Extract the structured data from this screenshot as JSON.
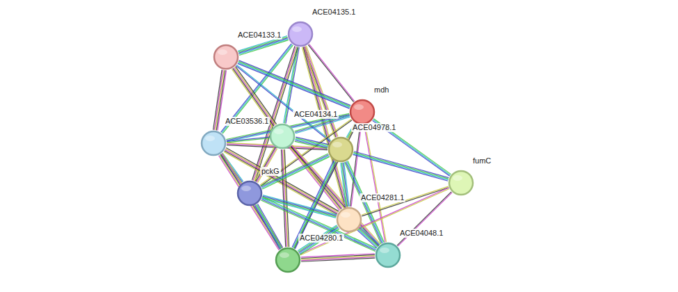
{
  "diagram": {
    "nodes": [
      {
        "text": [
          "ACE04135.1"
        ]
      },
      {
        "text": [
          "ACE04133.1"
        ]
      },
      {
        "text": [
          "mdh"
        ]
      },
      {
        "text": [
          "ACE03536.1"
        ]
      },
      {
        "text": [
          "ACE04134.1"
        ]
      },
      {
        "text": [
          "ACE04978.1"
        ]
      },
      {
        "text": [
          "fumC"
        ]
      },
      {
        "text": [
          "pckG"
        ]
      },
      {
        "text": [
          "ACE04281.1"
        ]
      },
      {
        "text": [
          "ACE04280.1"
        ]
      },
      {
        "text": [
          "ACE04048.1"
        ]
      }
    ],
    "edges": [
      {
        "from": 0,
        "to": 1,
        "arrow": "none"
      },
      {
        "from": 0,
        "to": 4,
        "arrow": "none"
      },
      {
        "from": 0,
        "to": 2,
        "arrow": "none"
      },
      {
        "from": 0,
        "to": 5,
        "arrow": "none"
      },
      {
        "from": 0,
        "to": 3,
        "arrow": "none"
      },
      {
        "from": 0,
        "to": 7,
        "arrow": "none"
      },
      {
        "from": 0,
        "to": 8,
        "arrow": "none"
      },
      {
        "from": 1,
        "to": 3,
        "arrow": "none"
      },
      {
        "from": 1,
        "to": 4,
        "arrow": "none"
      },
      {
        "from": 1,
        "to": 2,
        "arrow": "none"
      },
      {
        "from": 1,
        "to": 5,
        "arrow": "none"
      },
      {
        "from": 2,
        "to": 4,
        "arrow": "none"
      },
      {
        "from": 2,
        "to": 5,
        "arrow": "none"
      },
      {
        "from": 2,
        "to": 6,
        "arrow": "none"
      },
      {
        "from": 2,
        "to": 8,
        "arrow": "none"
      },
      {
        "from": 2,
        "to": 9,
        "arrow": "none"
      },
      {
        "from": 2,
        "to": 10,
        "arrow": "none"
      },
      {
        "from": 2,
        "to": 7,
        "arrow": "none"
      },
      {
        "from": 2,
        "to": 3,
        "arrow": "none"
      },
      {
        "from": 3,
        "to": 4,
        "arrow": "none"
      },
      {
        "from": 3,
        "to": 7,
        "arrow": "none"
      },
      {
        "from": 3,
        "to": 5,
        "arrow": "none"
      },
      {
        "from": 3,
        "to": 8,
        "arrow": "none"
      },
      {
        "from": 3,
        "to": 9,
        "arrow": "none"
      },
      {
        "from": 4,
        "to": 5,
        "arrow": "none"
      },
      {
        "from": 4,
        "to": 7,
        "arrow": "none"
      },
      {
        "from": 4,
        "to": 8,
        "arrow": "none"
      },
      {
        "from": 4,
        "to": 9,
        "arrow": "none"
      },
      {
        "from": 4,
        "to": 10,
        "arrow": "none"
      },
      {
        "from": 5,
        "to": 6,
        "arrow": "none"
      },
      {
        "from": 5,
        "to": 7,
        "arrow": "none"
      },
      {
        "from": 5,
        "to": 8,
        "arrow": "none"
      },
      {
        "from": 5,
        "to": 9,
        "arrow": "none"
      },
      {
        "from": 5,
        "to": 10,
        "arrow": "none"
      },
      {
        "from": 6,
        "to": 8,
        "arrow": "none"
      },
      {
        "from": 6,
        "to": 9,
        "arrow": "none"
      },
      {
        "from": 6,
        "to": 10,
        "arrow": "none"
      },
      {
        "from": 7,
        "to": 8,
        "arrow": "none"
      },
      {
        "from": 7,
        "to": 9,
        "arrow": "none"
      },
      {
        "from": 7,
        "to": 10,
        "arrow": "none"
      },
      {
        "from": 8,
        "to": 9,
        "arrow": "none"
      },
      {
        "from": 8,
        "to": 10,
        "arrow": "none"
      },
      {
        "from": 9,
        "to": 10,
        "arrow": "none"
      }
    ]
  }
}
